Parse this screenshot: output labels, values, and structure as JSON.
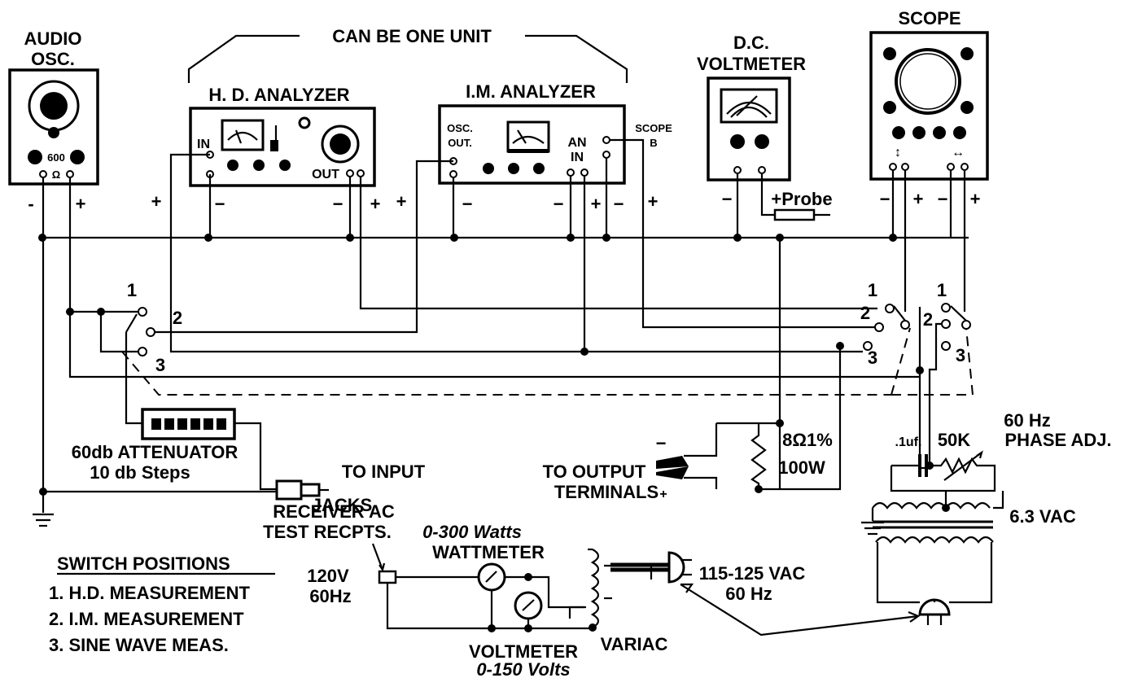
{
  "bracket": {
    "label": "CAN BE ONE UNIT"
  },
  "audio_osc": {
    "title_1": "AUDIO",
    "title_2": "OSC.",
    "dial": "600",
    "ohm": "Ω",
    "minus": "-",
    "plus": "+"
  },
  "hd_analyzer": {
    "title": "H. D. ANALYZER",
    "in": "IN",
    "out": "OUT",
    "minus": "−",
    "minus2": "−",
    "plus": "+"
  },
  "im_analyzer": {
    "title": "I.M. ANALYZER",
    "osc": "OSC.",
    "out": "OUT.",
    "an": "AN",
    "in": "IN",
    "scope_b_1": "SCOPE",
    "scope_b_2": "B",
    "minus": "−",
    "minus2": "−",
    "plus": "+",
    "plus2": "+",
    "plus3": "+"
  },
  "dc_voltmeter": {
    "title_1": "D.C.",
    "title_2": "VOLTMETER",
    "minus": "−",
    "probe": "+Probe"
  },
  "scope": {
    "title": "SCOPE",
    "vert_arrow": "↕",
    "horiz_arrow": "↔",
    "minus1": "−",
    "plus1": "+",
    "minus2": "−",
    "plus2": "+"
  },
  "switch_left": {
    "p1": "1",
    "p2": "2",
    "p3": "3"
  },
  "switch_mid": {
    "p1": "1",
    "p2": "2",
    "p3": "3"
  },
  "switch_right": {
    "p1": "1",
    "p2": "2",
    "p3": "3"
  },
  "attenuator": {
    "line1": "60db ATTENUATOR",
    "line2": "10 db Steps"
  },
  "to_input": {
    "line1": "TO INPUT",
    "line2": "JACKS"
  },
  "to_output": {
    "line1": "TO OUTPUT",
    "line2": "TERMINALS",
    "minus": "−",
    "plus": "+"
  },
  "load_resistor": {
    "line1": "8Ω1%",
    "line2": "100W"
  },
  "phase": {
    "cap": ".1uf.",
    "res": "50K",
    "line1": "60 Hz",
    "line2": "PHASE ADJ.",
    "vac": "6.3 VAC"
  },
  "receiver": {
    "line1": "RECEIVER AC",
    "line2": "TEST RECPTS.",
    "v1": "120V",
    "v2": "60Hz"
  },
  "wattmeter": {
    "range": "0-300 Watts",
    "label": "WATTMETER"
  },
  "voltmeter": {
    "label": "VOLTMETER",
    "range": "0-150 Volts"
  },
  "variac": {
    "label": "VARIAC"
  },
  "supply": {
    "line1": "115-125 VAC",
    "line2": "60 Hz"
  },
  "switch_positions": {
    "title": "SWITCH POSITIONS",
    "items": [
      "1. H.D. MEASUREMENT",
      "2. I.M. MEASUREMENT",
      "3. SINE WAVE MEAS."
    ]
  }
}
